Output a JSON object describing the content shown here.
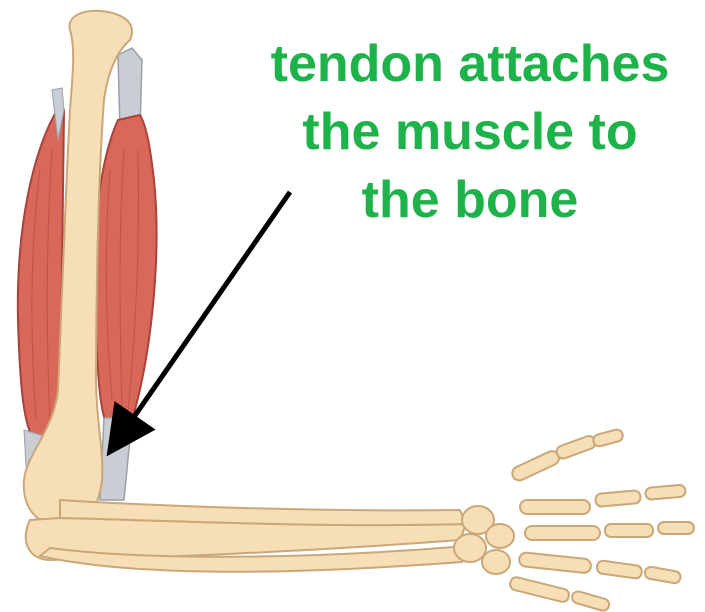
{
  "caption": {
    "lines": [
      "tendon attaches",
      "the muscle to",
      "the bone"
    ]
  },
  "colors": {
    "caption": "#1db34a",
    "bone_fill": "#f6dfb6",
    "bone_stroke": "#caa778",
    "muscle_fill": "#d9675a",
    "muscle_stroke": "#a8433a",
    "tendon_fill": "#c9cdd4",
    "arrow": "#000000",
    "background": "#ffffff"
  },
  "parts": [
    "humerus",
    "biceps-muscle",
    "triceps-muscle",
    "tendon",
    "radius",
    "ulna",
    "hand-bones",
    "pointer-arrow"
  ]
}
